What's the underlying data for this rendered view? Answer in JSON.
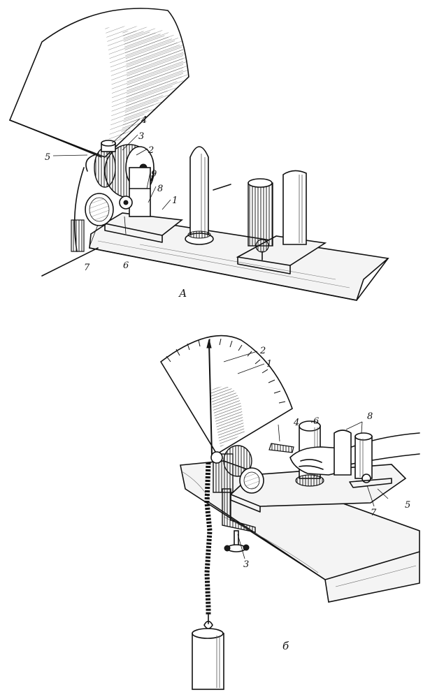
{
  "figure_a": {
    "caption": "А",
    "labels": {
      "l1": "1",
      "l2": "2",
      "l3": "3",
      "l4": "4",
      "l5": "5",
      "l6": "6",
      "l7": "7",
      "l8": "8",
      "l9": "9"
    }
  },
  "figure_b": {
    "caption": "б",
    "labels": {
      "l1": "1",
      "l2": "2",
      "l3": "3",
      "l4": "4",
      "l5": "5",
      "l6": "6",
      "l7": "7",
      "l8": "8"
    }
  }
}
